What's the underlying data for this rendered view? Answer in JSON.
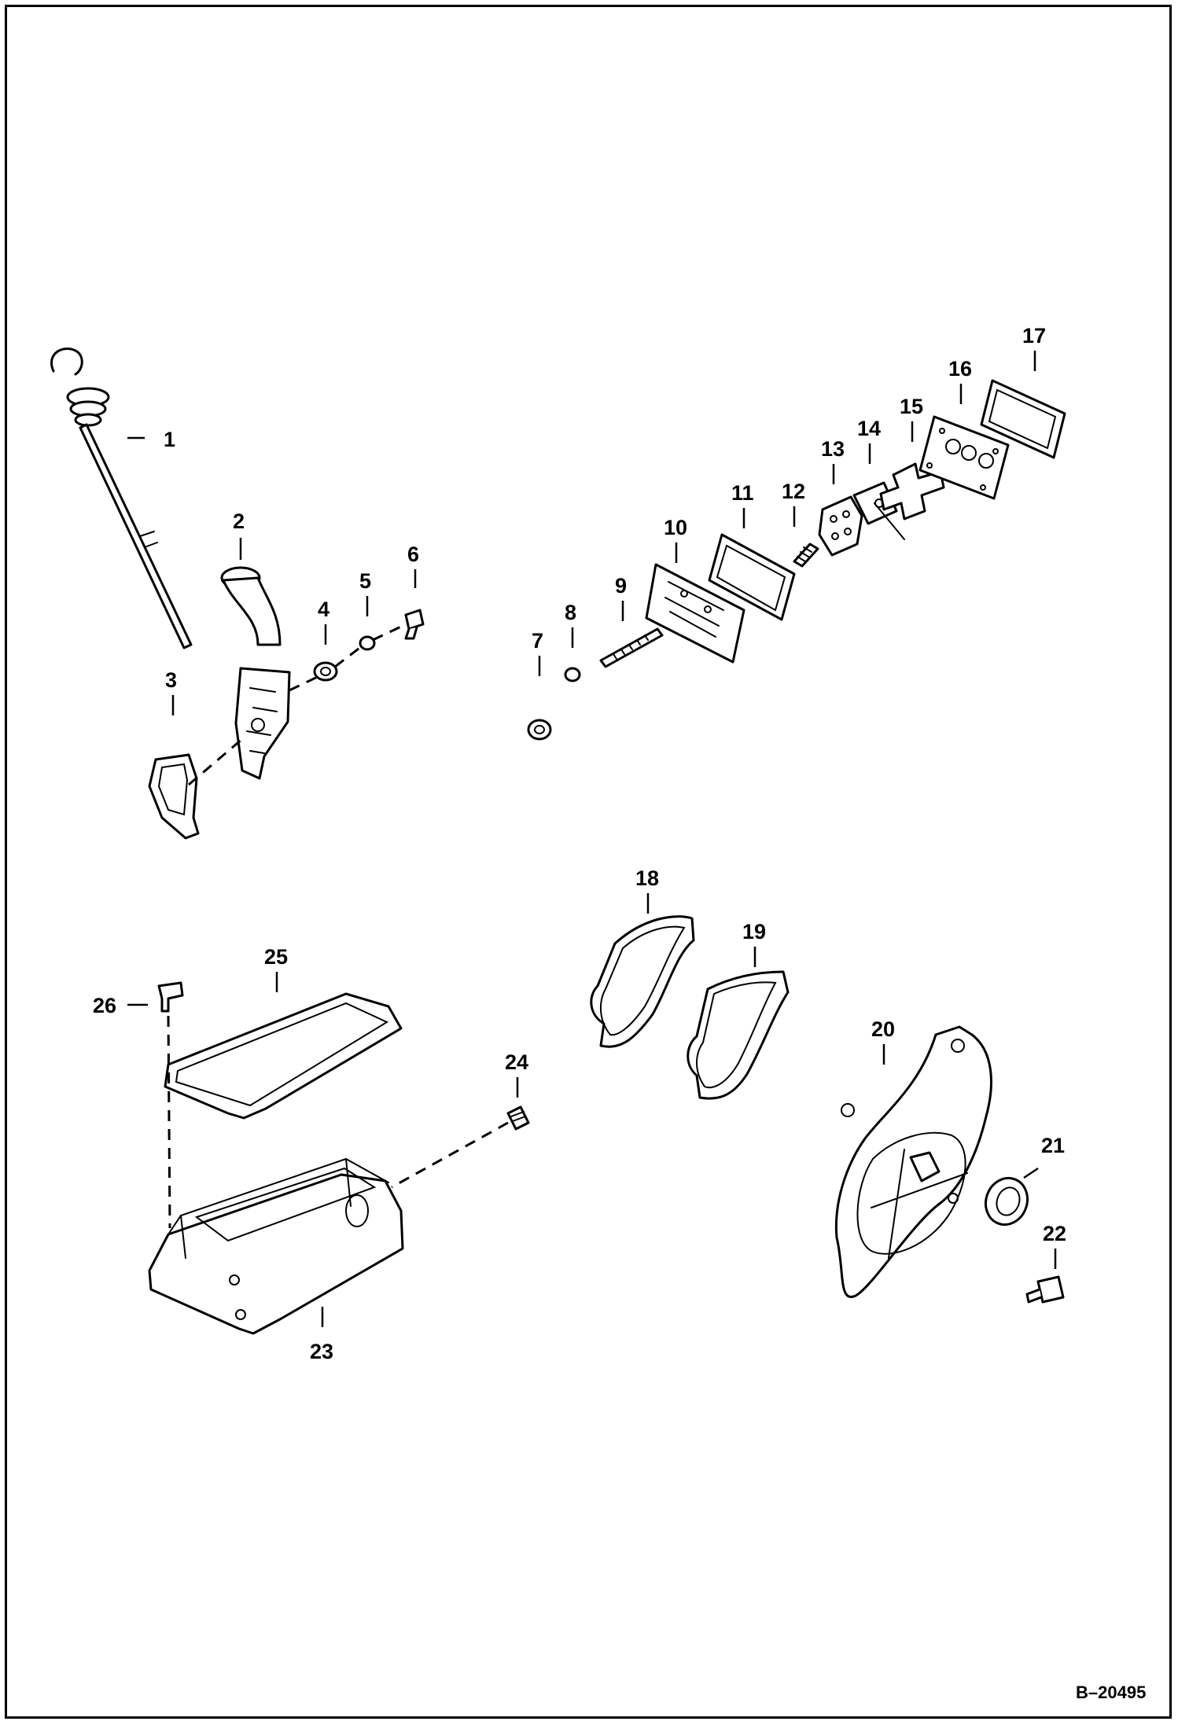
{
  "drawing_ref": "B–20495",
  "callouts": [
    {
      "id": "1",
      "label": "1"
    },
    {
      "id": "2",
      "label": "2"
    },
    {
      "id": "3",
      "label": "3"
    },
    {
      "id": "4",
      "label": "4"
    },
    {
      "id": "5",
      "label": "5"
    },
    {
      "id": "6",
      "label": "6"
    },
    {
      "id": "7",
      "label": "7"
    },
    {
      "id": "8",
      "label": "8"
    },
    {
      "id": "9",
      "label": "9"
    },
    {
      "id": "10",
      "label": "10"
    },
    {
      "id": "11",
      "label": "11"
    },
    {
      "id": "12",
      "label": "12"
    },
    {
      "id": "13",
      "label": "13"
    },
    {
      "id": "14",
      "label": "14"
    },
    {
      "id": "15",
      "label": "15"
    },
    {
      "id": "16",
      "label": "16"
    },
    {
      "id": "17",
      "label": "17"
    },
    {
      "id": "18",
      "label": "18"
    },
    {
      "id": "19",
      "label": "19"
    },
    {
      "id": "20",
      "label": "20"
    },
    {
      "id": "21",
      "label": "21"
    },
    {
      "id": "22",
      "label": "22"
    },
    {
      "id": "23",
      "label": "23"
    },
    {
      "id": "24",
      "label": "24"
    },
    {
      "id": "25",
      "label": "25"
    },
    {
      "id": "26",
      "label": "26"
    }
  ]
}
